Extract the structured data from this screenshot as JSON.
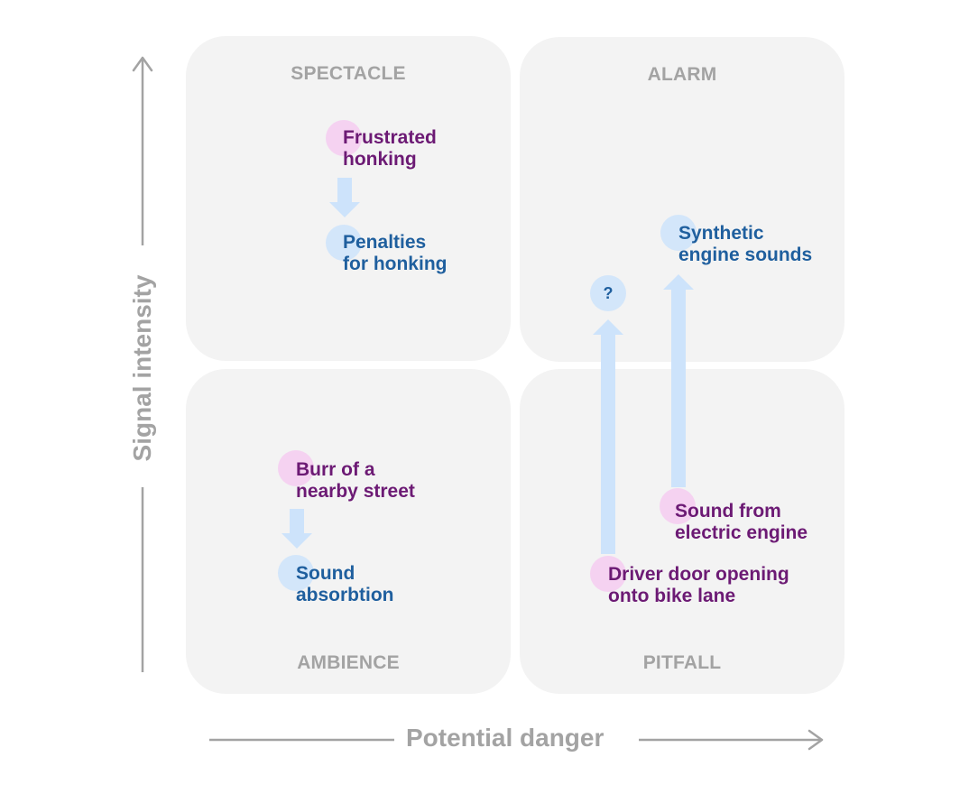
{
  "axes": {
    "x_label": "Potential danger",
    "y_label": "Signal intensity"
  },
  "quadrants": {
    "spectacle": "SPECTACLE",
    "alarm": "ALARM",
    "ambience": "AMBIENCE",
    "pitfall": "PITFALL"
  },
  "items": {
    "frustrated_honking": {
      "line1": "Frustrated",
      "line2": "honking"
    },
    "penalties_for_honking": {
      "line1": "Penalties",
      "line2": "for honking"
    },
    "synthetic_engine_sounds": {
      "line1": "Synthetic",
      "line2": "engine sounds"
    },
    "unknown": "?",
    "burr_nearby_street": {
      "line1": "Burr of a",
      "line2": "nearby street"
    },
    "sound_absorbtion": {
      "line1": "Sound",
      "line2": "absorbtion"
    },
    "sound_electric_engine": {
      "line1": "Sound from",
      "line2": "electric engine"
    },
    "driver_door": {
      "line1": "Driver door opening",
      "line2": "onto bike lane"
    }
  },
  "colors": {
    "problem": "#6c1a74",
    "solution": "#1f5f9e",
    "arrow": "#cde3fb",
    "axis": "#a3a3a3"
  }
}
